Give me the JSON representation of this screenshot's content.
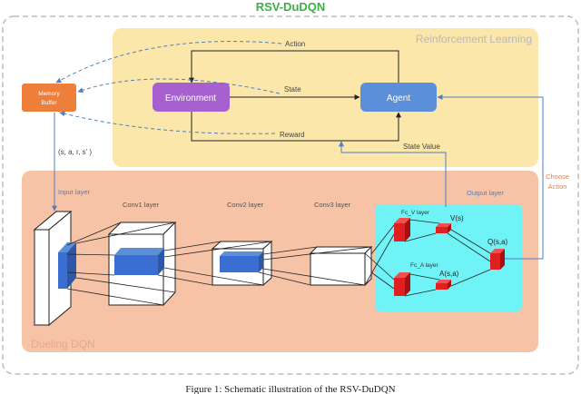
{
  "title": "RSV-DuDQN",
  "rl_panel": {
    "label": "Reinforcement Learning",
    "environment": "Environment",
    "agent": "Agent",
    "action": "Action",
    "state": "State",
    "reward": "Reward",
    "state_value": "State Value"
  },
  "memory": {
    "line1": "Memory",
    "line2": "Buffer",
    "tuple": "(s, a, r, s’ )"
  },
  "choose_action": {
    "line1": "Choose",
    "line2": "Action"
  },
  "dqn_panel": {
    "label": "Dueling DQN",
    "input_layer": "Input layer",
    "conv1": "Conv1 layer",
    "conv2": "Conv2 layer",
    "conv3": "Conv3 layer",
    "output_layer": "Output layer",
    "fc_v": "Fc_V layer",
    "fc_a": "Fc_A layer",
    "v": "V(s)",
    "a": "A(s,a)",
    "q": "Q(s,a)"
  },
  "caption": "Figure 1: Schematic illustration of the RSV-DuDQN",
  "colors": {
    "title": "#3cb043",
    "rl_bg": "#fbe7a9",
    "dqn_bg": "#f6c3a6",
    "output_bg": "#6ff3f6",
    "env": "#a660cf",
    "agent": "#5b8fd9",
    "memory": "#ee7f3b",
    "arrow": "#4f7fc4",
    "red": "#e02020",
    "blue": "#3b6ed2"
  }
}
